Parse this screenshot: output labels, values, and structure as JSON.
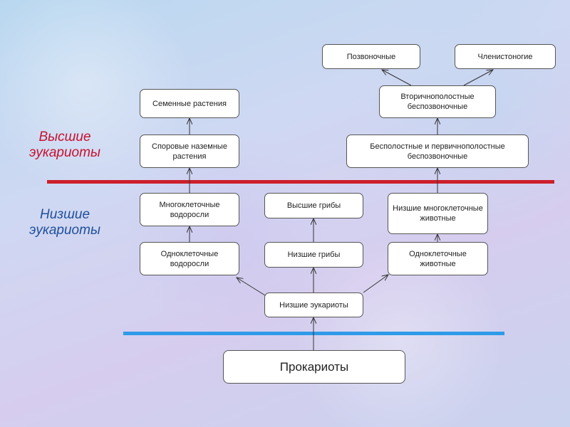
{
  "colors": {
    "upper_line": "#cc1f2a",
    "lower_line": "#2f9be8",
    "upper_label": "#c8102e",
    "lower_label": "#1f4f9c",
    "arrow": "#333333"
  },
  "labels": {
    "higher_eukaryotes": "Высшие эукариоты",
    "lower_eukaryotes": "Низшие эукариоты"
  },
  "nodes": {
    "vertebrates": "Позвоночные",
    "arthropods": "Членистоногие",
    "secondary_cavity": "Вторичнополостные беспозвоночные",
    "seed_plants": "Семенные растения",
    "spore_plants": "Споровые наземные растения",
    "acoelomate": "Бесполостные и первичнополостные беспозвоночные",
    "multicellular_algae": "Многоклеточные водоросли",
    "higher_fungi": "Высшие грибы",
    "lower_multicellular_animals": "Низшие многоклеточные животные",
    "unicellular_algae": "Одноклеточные водоросли",
    "lower_fungi": "Низшие грибы",
    "unicellular_animals": "Одноклеточные животные",
    "lower_eukaryotes": "Низшие эукариоты",
    "prokaryotes": "Прокариоты"
  }
}
